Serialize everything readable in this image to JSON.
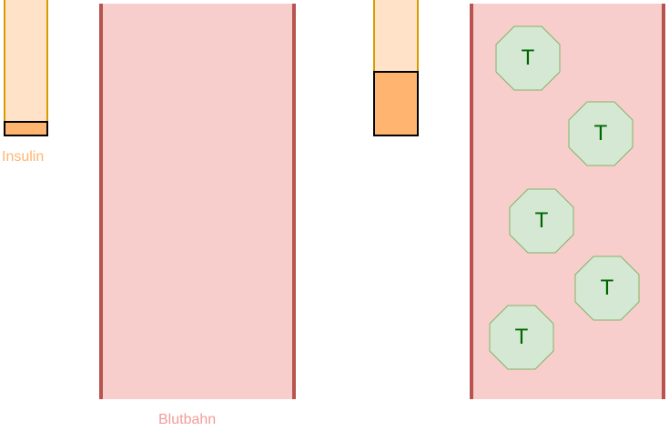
{
  "insulin_label": "Insulin",
  "bloodstream_label": "Blutbahn",
  "molecule_label": "T",
  "colors": {
    "tube_fill": "#ffe2c8",
    "tube_border": "#d79b00",
    "insulin_fill": "#ffb570",
    "vessel_fill": "#f8cecc",
    "vessel_border": "#b85450",
    "molecule_fill": "#d5e8d4",
    "molecule_border": "#82b366",
    "molecule_text": "#006600",
    "label_insulin": "#ffb570",
    "label_bloodstream": "#f19c99"
  },
  "left_panel": {
    "insulin_fill_fraction": 0.11,
    "molecule_count": 0
  },
  "right_panel": {
    "insulin_fill_fraction": 0.48,
    "molecule_count": 5
  }
}
